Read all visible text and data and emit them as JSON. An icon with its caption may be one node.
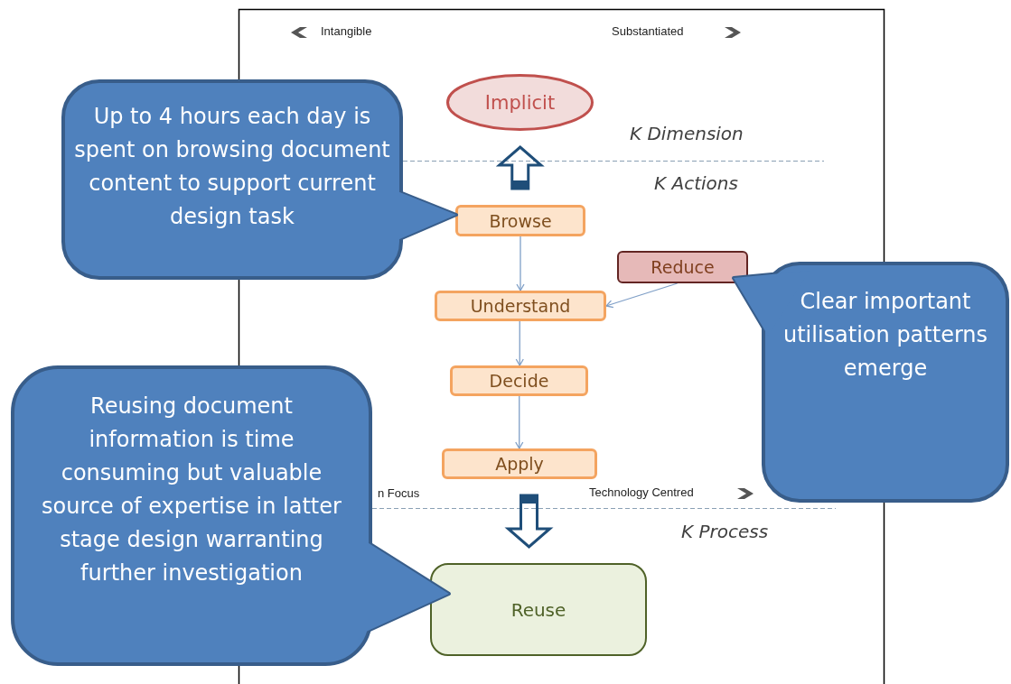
{
  "diagram": {
    "nodes": [
      {
        "text": [
          "Implicit"
        ]
      },
      {
        "text": [
          "Browse"
        ]
      },
      {
        "text": [
          "Reduce"
        ]
      },
      {
        "text": [
          "Understand"
        ]
      },
      {
        "text": [
          "Decide"
        ]
      },
      {
        "text": [
          "Apply"
        ]
      },
      {
        "text": [
          "Reuse"
        ]
      },
      {
        "text": [
          "Up to 4 hours each day is spent on browsing document content to support current design task"
        ]
      },
      {
        "text": [
          "Clear important utilisation patterns emerge"
        ]
      },
      {
        "text": [
          "Reusing document information is time consuming but valuable source of expertise in latter stage design warranting further investigation"
        ]
      }
    ],
    "edges": [
      {
        "from": 1,
        "to": 0,
        "arrow": "to",
        "style": "thick"
      },
      {
        "from": 1,
        "to": 3,
        "arrow": "to"
      },
      {
        "from": 2,
        "to": 3,
        "arrow": "to"
      },
      {
        "from": 3,
        "to": 4,
        "arrow": "to"
      },
      {
        "from": 4,
        "to": 5,
        "arrow": "to"
      },
      {
        "from": 5,
        "to": 6,
        "arrow": "to",
        "style": "thick"
      }
    ],
    "labels": [
      "Intangible",
      "Substantiated",
      "K Dimension",
      "K Actions",
      "n Focus",
      "Technology Centred",
      "K Process"
    ]
  }
}
